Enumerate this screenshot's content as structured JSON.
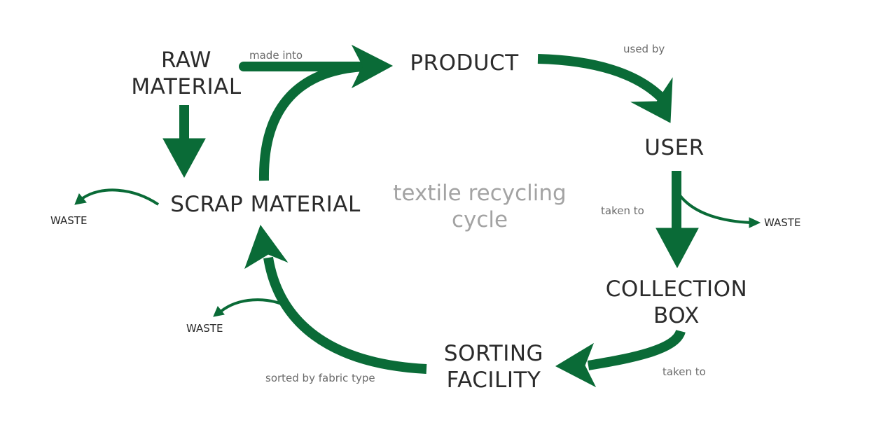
{
  "colors": {
    "arrow": "#0a6b37",
    "node_text": "#2b2b2b",
    "edge_label_text": "#6b6b6b",
    "center_text": "#a3a3a3"
  },
  "nodes": {
    "raw_material": [
      "RAW",
      "MATERIAL"
    ],
    "product": "PRODUCT",
    "user": "USER",
    "collection_box": [
      "COLLECTION",
      "BOX"
    ],
    "sorting_facility": [
      "SORTING",
      "FACILITY"
    ],
    "scrap_material": "SCRAP MATERIAL"
  },
  "edge_labels": {
    "made_into": "made into",
    "used_by": "used by",
    "taken_to_box": "taken to",
    "taken_to_facility": "taken to",
    "sorted_by": "sorted by fabric type"
  },
  "waste_labels": {
    "scrap": "WASTE",
    "user": "WASTE",
    "sorting": "WASTE"
  },
  "center_title": [
    "textile recycling",
    "cycle"
  ]
}
